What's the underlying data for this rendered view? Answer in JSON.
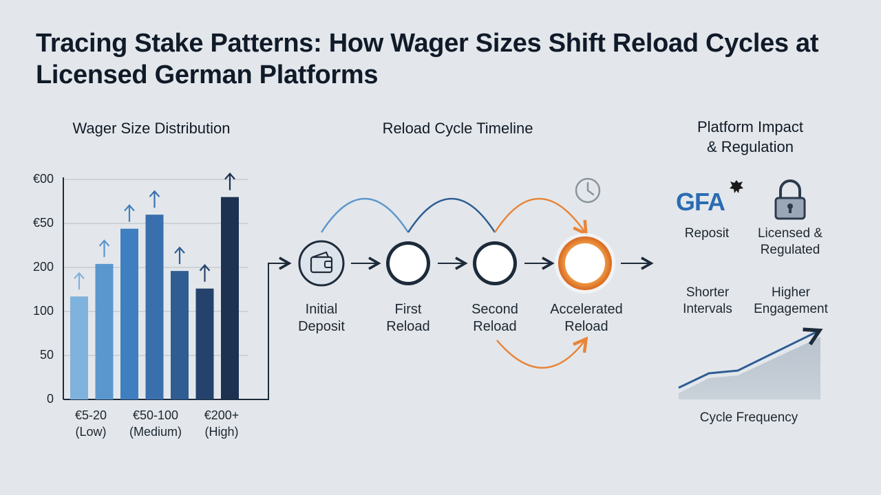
{
  "title": "Tracing Stake Patterns: How Wager Sizes Shift Reload Cycles at Licensed German Platforms",
  "wager_chart": {
    "title": "Wager Size Distribution",
    "yticks": [
      "€00",
      "€50",
      "200",
      "100",
      "50",
      "0"
    ],
    "xlabels": [
      {
        "line1": "€5-20",
        "line2": "(Low)"
      },
      {
        "line1": "€50-100",
        "line2": "(Medium)"
      },
      {
        "line1": "€200+",
        "line2": "(High)"
      }
    ]
  },
  "chart_data": {
    "type": "bar",
    "title": "Wager Size Distribution",
    "yticks": [
      "€00",
      "€50",
      "200",
      "100",
      "50",
      "0"
    ],
    "ylim": [
      0,
      250
    ],
    "tick_step": 50,
    "group_labels": [
      "€5-20 (Low)",
      "€50-100 (Medium)",
      "€200+ (High)"
    ],
    "values": [
      117,
      154,
      194,
      210,
      146,
      126,
      230
    ],
    "colors": [
      "#7fb2dd",
      "#5b97cf",
      "#3f7fbf",
      "#3a6fae",
      "#2f5d93",
      "#25426d",
      "#1d3151"
    ],
    "bar_arrow": [
      "up",
      "up",
      "up",
      "up",
      "up",
      "up",
      "up"
    ],
    "grid": true
  },
  "timeline": {
    "title": "Reload Cycle Timeline",
    "steps": [
      {
        "line1": "Initial",
        "line2": "Deposit",
        "icon": "wallet-icon"
      },
      {
        "line1": "First",
        "line2": "Reload",
        "icon": "circle"
      },
      {
        "line1": "Second",
        "line2": "Reload",
        "icon": "circle"
      },
      {
        "line1": "Accelerated",
        "line2": "Reload",
        "icon": "circle-highlight"
      }
    ],
    "accent_color": "#e8853a",
    "arc_color": "#2f5d93",
    "clock_icon": "clock-icon"
  },
  "impact": {
    "title_line1": "Platform Impact",
    "title_line2": "& Regulation",
    "logo_text": "GFA",
    "logo_label": "Reposit",
    "lock_label_line1": "Licensed &",
    "lock_label_line2": "Regulated",
    "metric1_line1": "Shorter",
    "metric1_line2": "Intervals",
    "metric2_line1": "Higher",
    "metric2_line2": "Engagement",
    "chart_label": "Cycle Frequency"
  }
}
